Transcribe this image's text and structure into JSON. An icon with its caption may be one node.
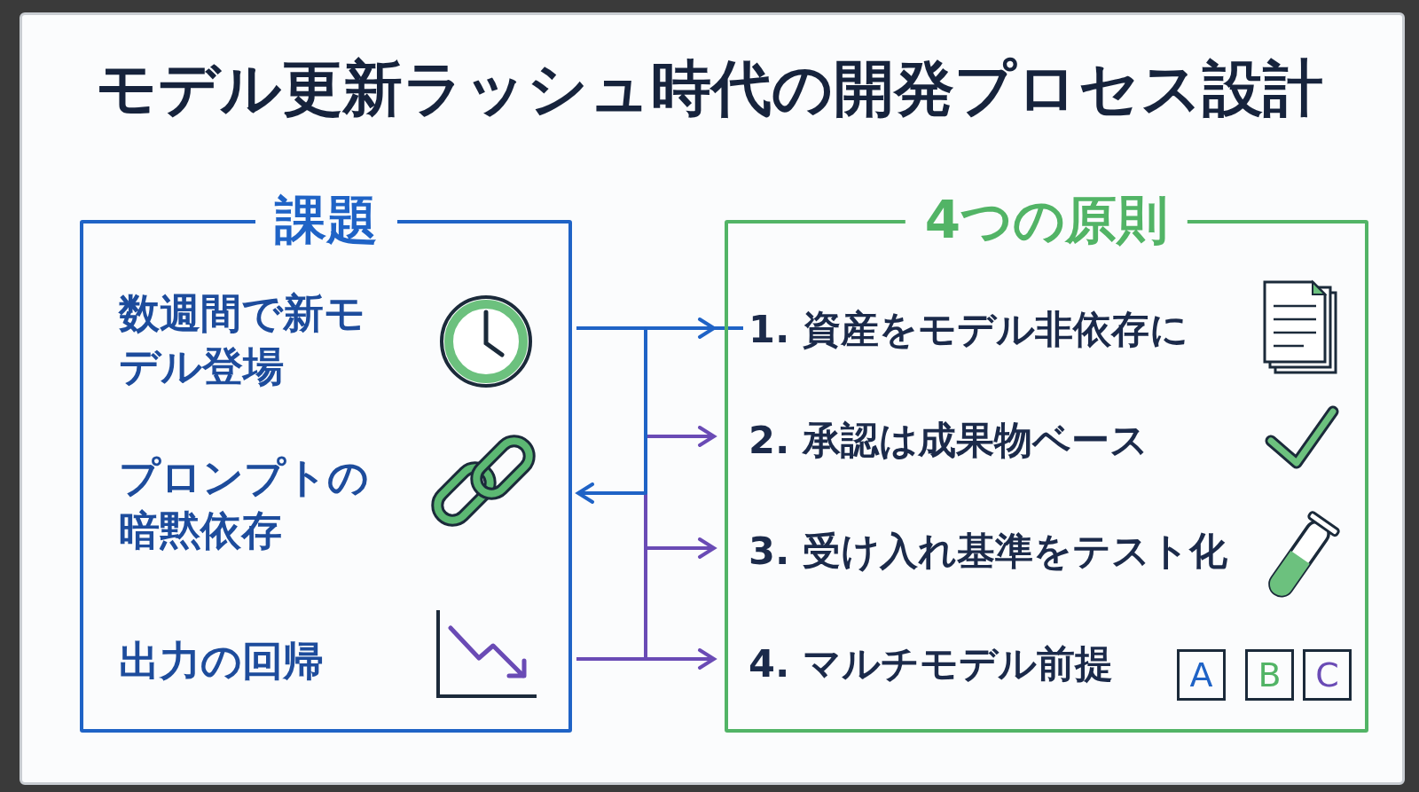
{
  "diagram": {
    "title": "モデル更新ラッシュ時代の開発プロセス設計",
    "nodes": [
      {
        "text": [
          "課題"
        ]
      },
      {
        "text": [
          "数週間で新モデル登場"
        ],
        "in": 0
      },
      {
        "text": [
          "プロンプトの暗黙依存"
        ],
        "in": 0
      },
      {
        "text": [
          "出力の回帰"
        ],
        "in": 0
      },
      {
        "text": [
          "4つの原則"
        ]
      },
      {
        "text": [
          "1. 資産をモデル非依存に"
        ],
        "in": 4
      },
      {
        "text": [
          "2. 承認は成果物ベース"
        ],
        "in": 4
      },
      {
        "text": [
          "3. 受け入れ基準をテスト化"
        ],
        "in": 4
      },
      {
        "text": [
          "4. マルチモデル前提"
        ],
        "in": 4
      },
      {
        "text": [
          "A"
        ],
        "in": 4
      },
      {
        "text": [
          "B"
        ],
        "in": 4
      },
      {
        "text": [
          "C"
        ],
        "in": 4
      }
    ],
    "edges": [
      {
        "from": 0,
        "to": 5,
        "arrow": "to",
        "color": "#1f63c6"
      },
      {
        "from": 0,
        "to": 6,
        "arrow": "to"
      },
      {
        "from": 0,
        "to": 7,
        "arrow": "to"
      },
      {
        "from": 0,
        "to": 8,
        "arrow": "to"
      },
      {
        "from": 5,
        "to": 0,
        "arrow": "to",
        "color": "#1f63c6"
      }
    ]
  }
}
